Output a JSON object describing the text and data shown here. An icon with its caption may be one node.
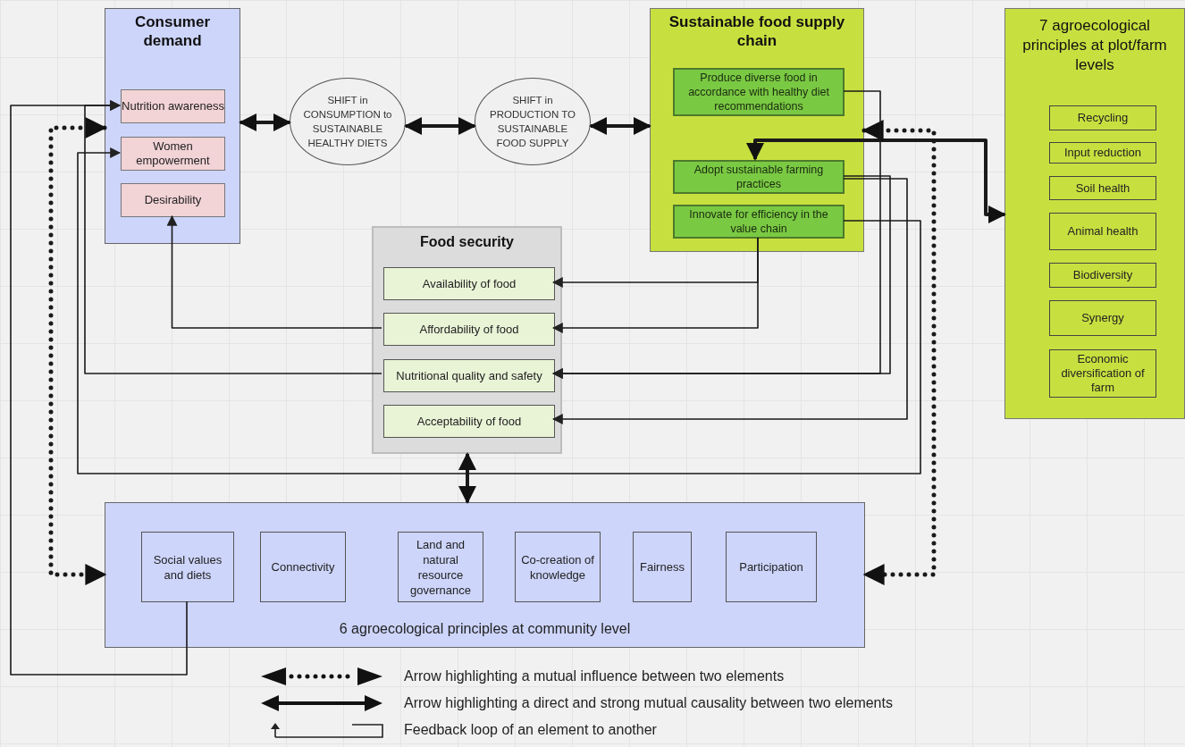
{
  "diagram": {
    "nodes": [
      {
        "text": [
          "Consumer demand"
        ]
      },
      {
        "text": [
          "Nutrition awareness"
        ],
        "in": 0
      },
      {
        "text": [
          "Women empowerment"
        ],
        "in": 0
      },
      {
        "text": [
          "Desirability"
        ],
        "in": 0
      },
      {
        "text": [
          "SHIFT in CONSUMPTION to SUSTAINABLE HEALTHY DIETS"
        ]
      },
      {
        "text": [
          "SHIFT in PRODUCTION TO SUSTAINABLE FOOD SUPPLY"
        ]
      },
      {
        "text": [
          "Sustainable food supply chain"
        ]
      },
      {
        "text": [
          "Produce diverse food in accordance with healthy diet recommendations"
        ],
        "in": 6
      },
      {
        "text": [
          "Adopt sustainable farming practices"
        ],
        "in": 6
      },
      {
        "text": [
          "Innovate for efficiency in the value chain"
        ],
        "in": 6
      },
      {
        "text": [
          "7 agroecological principles at plot/farm levels"
        ]
      },
      {
        "text": [
          "Recycling"
        ],
        "in": 10
      },
      {
        "text": [
          "Input reduction"
        ],
        "in": 10
      },
      {
        "text": [
          "Soil health"
        ],
        "in": 10
      },
      {
        "text": [
          "Animal health"
        ],
        "in": 10
      },
      {
        "text": [
          "Biodiversity"
        ],
        "in": 10
      },
      {
        "text": [
          "Synergy"
        ],
        "in": 10
      },
      {
        "text": [
          "Economic diversification of farm"
        ],
        "in": 10
      },
      {
        "text": [
          "Food security"
        ]
      },
      {
        "text": [
          "Availability of food"
        ],
        "in": 18
      },
      {
        "text": [
          "Affordability of food"
        ],
        "in": 18
      },
      {
        "text": [
          "Nutritional quality and safety"
        ],
        "in": 18
      },
      {
        "text": [
          "Acceptability of food"
        ],
        "in": 18
      },
      {
        "text": [
          "6 agroecological principles at community level"
        ]
      },
      {
        "text": [
          "Social values and diets"
        ],
        "in": 23
      },
      {
        "text": [
          "Connectivity"
        ],
        "in": 23
      },
      {
        "text": [
          "Land and natural resource governance"
        ],
        "in": 23
      },
      {
        "text": [
          "Co-creation of knowledge"
        ],
        "in": 23
      },
      {
        "text": [
          "Fairness"
        ],
        "in": 23
      },
      {
        "text": [
          "Participation"
        ],
        "in": 23
      }
    ],
    "edges": [
      {
        "from": 0,
        "to": 4,
        "arrow": "both",
        "style": "thick"
      },
      {
        "from": 4,
        "to": 5,
        "arrow": "both",
        "style": "thick"
      },
      {
        "from": 5,
        "to": 6,
        "arrow": "both",
        "style": "thick"
      },
      {
        "from": 8,
        "to": 10,
        "arrow": "both",
        "style": "thick"
      },
      {
        "from": 0,
        "to": 23,
        "arrow": "both",
        "style": "dashed"
      },
      {
        "from": 6,
        "to": 23,
        "arrow": "both",
        "style": "dashed"
      },
      {
        "from": 18,
        "to": 23,
        "arrow": "both",
        "style": "thick"
      },
      {
        "from": 9,
        "to": 19,
        "arrow": "to"
      },
      {
        "from": 9,
        "to": 20,
        "arrow": "to"
      },
      {
        "from": 7,
        "to": 21,
        "arrow": "to"
      },
      {
        "from": 8,
        "to": 21,
        "arrow": "to"
      },
      {
        "from": 8,
        "to": 22,
        "arrow": "to"
      },
      {
        "from": 9,
        "to": 2,
        "arrow": "to"
      },
      {
        "from": 20,
        "to": 3,
        "arrow": "to"
      },
      {
        "from": 21,
        "to": 1,
        "arrow": "to"
      },
      {
        "from": 24,
        "to": 1,
        "arrow": "to"
      }
    ],
    "legend": [
      {
        "text": "Arrow highlighting a mutual influence between two elements"
      },
      {
        "text": "Arrow highlighting a direct and strong mutual causality between two elements"
      },
      {
        "text": "Feedback loop of an element to another"
      }
    ]
  }
}
